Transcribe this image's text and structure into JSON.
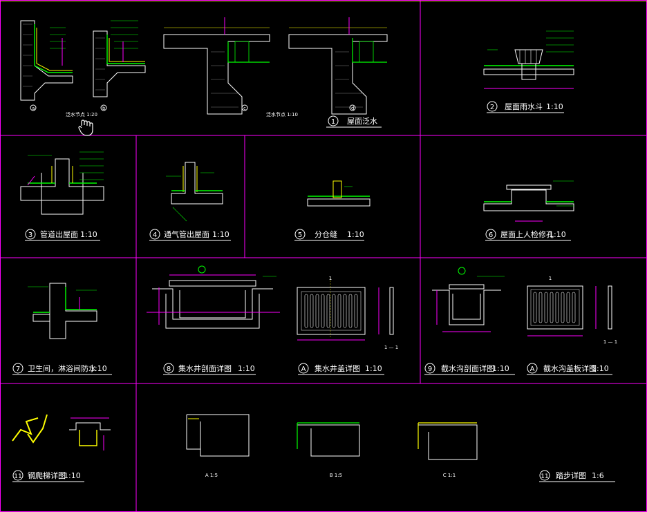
{
  "colors": {
    "background": "#000000",
    "frame": "#ff00ff",
    "line": "#ffffff",
    "accent_green": "#00ff00",
    "accent_yellow": "#ffff00",
    "hatch": "#808080",
    "dim": "#ff00ff",
    "label": "#00ffff"
  },
  "title": "Architectural detail drawings sheet",
  "panels": [
    {
      "id": "p1",
      "num": "1",
      "title": "屋面泛水",
      "scale": ""
    },
    {
      "id": "p2",
      "num": "2",
      "title": "屋面雨水斗",
      "scale": "1:10"
    },
    {
      "id": "p3",
      "num": "3",
      "title": "管道出屋面",
      "scale": "1:10"
    },
    {
      "id": "p4",
      "num": "4",
      "title": "通气管出屋面",
      "scale": "1:10"
    },
    {
      "id": "p5",
      "num": "5",
      "title": "分仓缝",
      "scale": "1:10"
    },
    {
      "id": "p6",
      "num": "6",
      "title": "屋面上人检修孔",
      "scale": "1:10"
    },
    {
      "id": "p7",
      "num": "7",
      "title": "卫生间，淋浴间防水",
      "scale": "1:10"
    },
    {
      "id": "p8",
      "num": "8",
      "title": "集水井剖面详图",
      "scale": "1:10"
    },
    {
      "id": "pA1",
      "num": "A",
      "title": "集水井盖详图",
      "scale": "1:10"
    },
    {
      "id": "p9",
      "num": "9",
      "title": "截水沟剖面详图",
      "scale": "1:10"
    },
    {
      "id": "pA2",
      "num": "A",
      "title": "截水沟盖板详图",
      "scale": "1:10"
    },
    {
      "id": "p11a",
      "num": "11",
      "title": "钢爬梯详图",
      "scale": "1:10"
    },
    {
      "id": "p11b",
      "num": "11",
      "title": "踏步详图",
      "scale": "1:6"
    }
  ],
  "sub_labels": {
    "a": "a",
    "b": "b",
    "c": "c",
    "d": "d",
    "sec_1_1": "1 — 1",
    "one": "1",
    "a_scale": "A 1:5",
    "b_scale": "B 1:5",
    "c_scale": "C 1:1",
    "sheet1": "泛水节点 1:20",
    "sheet2": "泛水节点 1:10"
  },
  "icons": {
    "cursor": "hand-cursor-icon"
  }
}
